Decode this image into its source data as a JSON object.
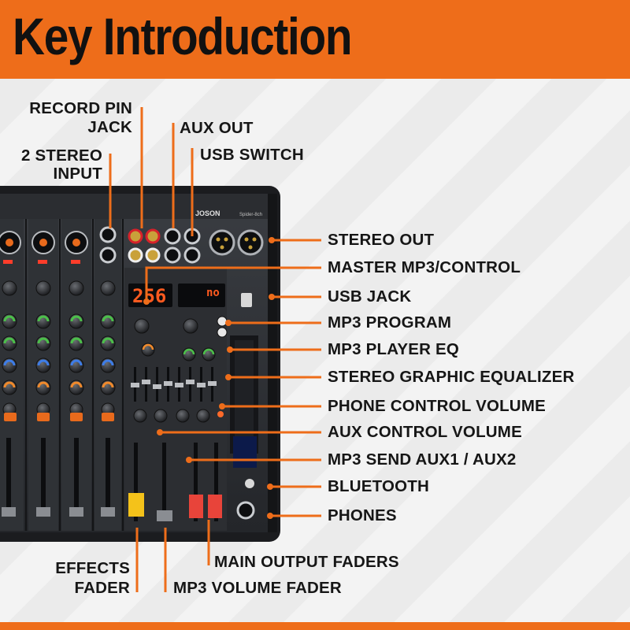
{
  "header": {
    "title": "Key Introduction",
    "accent_color": "#ee6d1a"
  },
  "mixer": {
    "brand": "JOSON",
    "model": "Spider-8ch",
    "display_left": "256",
    "display_right": "no"
  },
  "callouts": {
    "record_pin_jack": [
      "RECORD PIN",
      "JACK"
    ],
    "stereo_input": [
      "2 STEREO",
      "INPUT"
    ],
    "aux_out": "AUX OUT",
    "usb_switch": "USB SWITCH",
    "stereo_out": "STEREO OUT",
    "master_mp3_control": "MASTER MP3/CONTROL",
    "usb_jack": "USB JACK",
    "mp3_program": "MP3 PROGRAM",
    "mp3_player_eq": "MP3 PLAYER EQ",
    "stereo_graphic_equalizer": "STEREO GRAPHIC EQUALIZER",
    "phone_control_volume": "PHONE CONTROL VOLUME",
    "aux_control_volume": "AUX CONTROL VOLUME",
    "mp3_send_aux": "MP3 SEND AUX1 / AUX2",
    "bluetooth": "BLUETOOTH",
    "phones": "PHONES",
    "effects_fader": [
      "EFFECTS",
      "FADER"
    ],
    "main_output_faders": "MAIN OUTPUT FADERS",
    "mp3_volume_fader": "MP3 VOLUME FADER"
  }
}
